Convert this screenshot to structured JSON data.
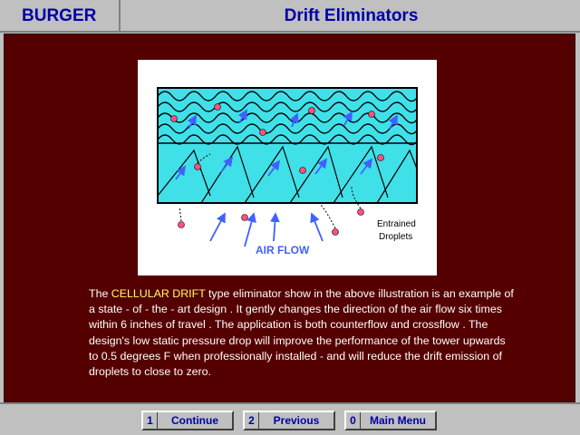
{
  "header": {
    "brand": "BURGER",
    "title": "Drift  Eliminators"
  },
  "illustration": {
    "airflow_label": "AIR FLOW",
    "entrained_label_line1": "Entrained",
    "entrained_label_line2": "Droplets",
    "colors": {
      "fill": "#40e0e8",
      "mesh": "#000000",
      "arrows": "#4060ff",
      "droplets": "#ff5080"
    }
  },
  "description": {
    "before": "The ",
    "highlight": "CELLULAR DRIFT",
    "after": " type eliminator show in the above illustration is an example of a state - of - the - art design .  It gently changes the direction of the air flow six times within 6 inches of travel .  The application is both counterflow and crossflow .  The design's low static pressure drop will improve the performance of the tower upwards to 0.5 degrees F when professionally installed - and will reduce the  drift emission of droplets to close to zero."
  },
  "footer": {
    "buttons": [
      {
        "key": "1",
        "label": "Continue"
      },
      {
        "key": "2",
        "label": "Previous"
      },
      {
        "key": "0",
        "label": "Main Menu"
      }
    ]
  }
}
